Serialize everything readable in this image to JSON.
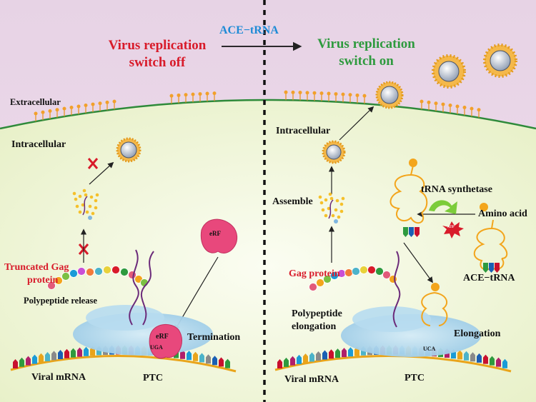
{
  "header": {
    "center_label": "ACE−tRNA",
    "left_title_line1": "Virus replication",
    "left_title_line2": "switch off",
    "right_title_line1": "Virus replication",
    "right_title_line2": "switch on"
  },
  "labels": {
    "extracellular": "Extracellular",
    "intracellular_left": "Intracellular",
    "intracellular_right": "Intracellular",
    "truncated_gag_line1": "Truncated Gag",
    "truncated_gag_line2": "protein",
    "polypeptide_release": "Polypeptide release",
    "erf_free": "eRF",
    "erf_bound": "eRF",
    "termination": "Termination",
    "viral_mrna_left": "Viral mRNA",
    "ptc_left": "PTC",
    "assemble": "Assemble",
    "trna_synthetase": "tRNA synthetase",
    "amino_acid": "Amino acid",
    "atp": "ATP",
    "ace_trna": "ACE−tRNA",
    "gag_protein": "Gag protein",
    "polypeptide_elongation_line1": "Polypeptide",
    "polypeptide_elongation_line2": "elongation",
    "elongation": "Elongation",
    "viral_mrna_right": "Viral mRNA",
    "ptc_right": "PTC",
    "stop_codon_left": "UGA",
    "codon_trna_right": "UCA"
  },
  "colors": {
    "extracellular_bg": "#ecd9e8",
    "intracellular_bg": "#eef3d6",
    "membrane": "#2e8a3a",
    "title_red": "#d81b2a",
    "title_green": "#2e9a3e",
    "title_blue": "#1e8bd6",
    "ribosome": "#a8d4ec",
    "erf": "#e8487c",
    "trna": "#f3a51c",
    "mrna_strand": "#e9a41a"
  }
}
